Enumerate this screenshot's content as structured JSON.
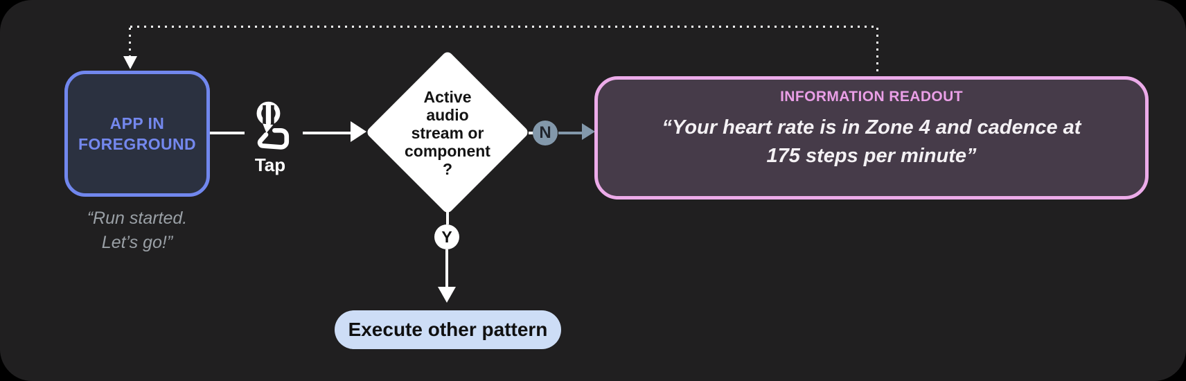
{
  "diagram": {
    "app_node": {
      "title_line1": "APP IN",
      "title_line2": "FOREGROUND",
      "caption_line1": "“Run started.",
      "caption_line2": "Let’s go!”",
      "fill": "#2b3140",
      "border_color": "#7187ee",
      "text_color": "#7488ee"
    },
    "tap_step": {
      "label": "Tap",
      "icon": "tap-gesture-icon"
    },
    "decision_node": {
      "line1": "Active",
      "line2": "audio",
      "line3": "stream or",
      "line4": "component",
      "line5": "?",
      "fill": "#ffffff",
      "text_color": "#131313"
    },
    "no_branch": {
      "label": "N",
      "badge_color": "#8398ab",
      "letter_color": "#20242c"
    },
    "yes_branch": {
      "label": "Y",
      "badge_color": "#ffffff",
      "letter_color": "#111111"
    },
    "readout_node": {
      "title": "INFORMATION READOUT",
      "quote_line1": "“Your heart rate is in Zone 4 and cadence at",
      "quote_line2": "175 steps per minute”",
      "fill": "#463b49",
      "border_color": "#ecabe9",
      "title_color": "#ea9fe7",
      "text_color": "#f4f1f4"
    },
    "execute_node": {
      "label": "Execute other pattern",
      "fill": "#cdddf6",
      "text_color": "#101010"
    },
    "colors": {
      "page_bg": "#000000",
      "panel_bg": "#201f20",
      "connector_white": "#ffffff",
      "connector_gray": "#8398ab",
      "caption_gray": "#9aa0a6"
    }
  }
}
